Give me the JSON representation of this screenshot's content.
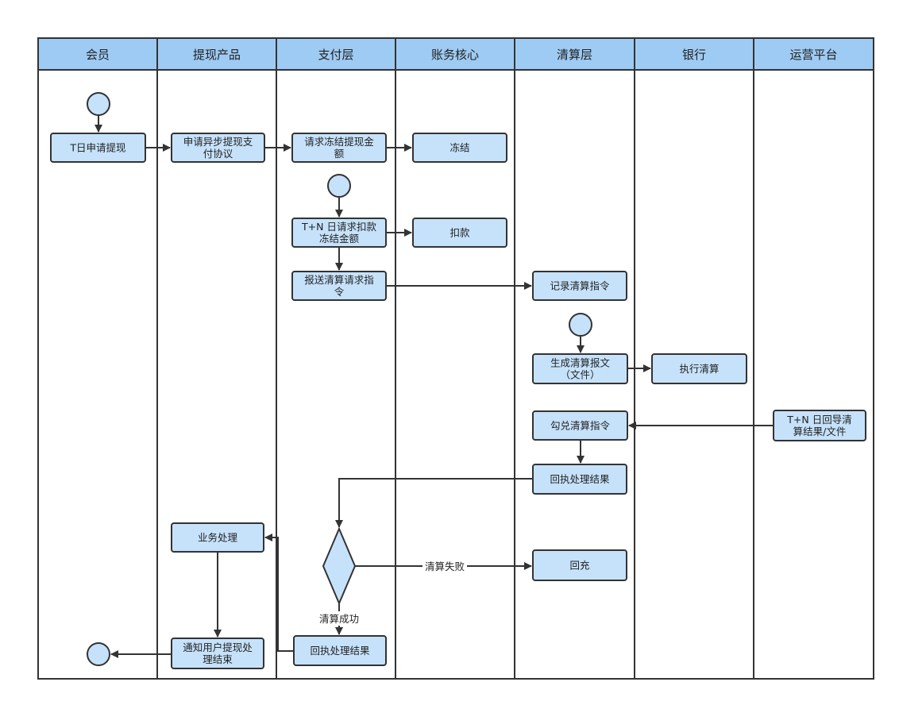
{
  "lanes": [
    {
      "id": "member",
      "label": "会员"
    },
    {
      "id": "withdraw",
      "label": "提现产品"
    },
    {
      "id": "payment",
      "label": "支付层"
    },
    {
      "id": "accounting",
      "label": "账务核心"
    },
    {
      "id": "clearing",
      "label": "清算层"
    },
    {
      "id": "bank",
      "label": "银行"
    },
    {
      "id": "ops",
      "label": "运营平台"
    }
  ],
  "nodes": {
    "member_apply": [
      "T日申请提现"
    ],
    "withdraw_apply": [
      "申请异步提现支",
      "付协议"
    ],
    "pay_freeze_req": [
      "请求冻结提现金",
      "额"
    ],
    "acct_freeze": [
      "冻结"
    ],
    "pay_deduct_req": [
      "T+N 日请求扣款",
      "冻结金额"
    ],
    "acct_deduct": [
      "扣款"
    ],
    "pay_report": [
      "报送清算请求指",
      "令"
    ],
    "clr_record": [
      "记录清算指令"
    ],
    "clr_generate": [
      "生成清算报文",
      "（文件）"
    ],
    "bank_execute": [
      "执行清算"
    ],
    "ops_return": [
      "T+N 日回导清",
      "算结果/文件"
    ],
    "clr_check": [
      "勾兑清算指令"
    ],
    "clr_receipt": [
      "回执处理结果"
    ],
    "clr_refill": [
      "回充"
    ],
    "withdraw_business": [
      "业务处理"
    ],
    "pay_receipt": [
      "回执处理结果"
    ],
    "withdraw_notify": [
      "通知用户提现处",
      "理结束"
    ]
  },
  "edge_labels": {
    "fail": "清算失败",
    "success": "清算成功"
  },
  "colors": {
    "header_fill": "#9ecbf3",
    "node_fill": "#c6e2fb",
    "stroke": "#333333",
    "background": "#ffffff"
  }
}
